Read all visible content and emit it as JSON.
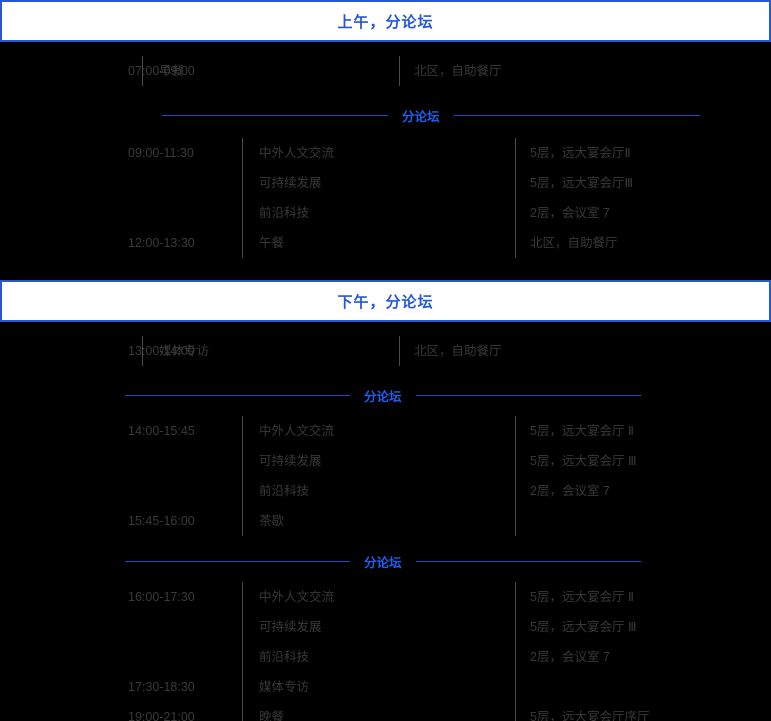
{
  "sections": [
    {
      "banner": "上午，分论坛",
      "pre_rows": [
        {
          "time": "07:00-09:00",
          "title": "早餐",
          "venue": "北区，自助餐厅"
        }
      ],
      "divider_label": "分论坛",
      "group": {
        "times": [
          "09:00-11:30",
          "",
          "",
          "12:00-13:30"
        ],
        "titles": [
          "中外人文交流",
          "可持续发展",
          "前沿科技",
          "午餐"
        ],
        "venues": [
          "5层，远大宴会厅Ⅱ",
          "5层，远大宴会厅Ⅲ",
          "2层，会议室 7",
          "北区，自助餐厅"
        ]
      }
    },
    {
      "banner": "下午，分论坛",
      "pre_rows": [
        {
          "time": "13:00-14:00",
          "title": "媒体专访",
          "venue": "北区，自助餐厅"
        }
      ],
      "divider_label": "分论坛",
      "group": {
        "times": [
          "14:00-15:45",
          "",
          "",
          "15:45-16:00"
        ],
        "titles": [
          "中外人文交流",
          "可持续发展",
          "前沿科技",
          "茶歇"
        ],
        "venues": [
          "5层，远大宴会厅 Ⅱ",
          "5层，远大宴会厅 Ⅲ",
          "2层，会议室 7",
          ""
        ]
      },
      "divider_label_2": "分论坛",
      "group2": {
        "times": [
          "16:00-17:30",
          "",
          "",
          "17:30-18:30",
          "19:00-21:00"
        ],
        "titles": [
          "中外人文交流",
          "可持续发展",
          "前沿科技",
          "媒体专访",
          "晚餐"
        ],
        "venues": [
          "5层，远大宴会厅 Ⅱ",
          "5层，远大宴会厅 Ⅲ",
          "2层，会议室 7",
          "",
          "5层，远大宴会厅序厅"
        ]
      }
    }
  ],
  "colors": {
    "background": "#000000",
    "banner_bg": "#ffffff",
    "accent_blue": "#2557d6",
    "label_blue": "#2060f0",
    "divider_blue": "#2349c8",
    "text_gray": "#383838",
    "rule_gray": "#4a4a4a"
  }
}
